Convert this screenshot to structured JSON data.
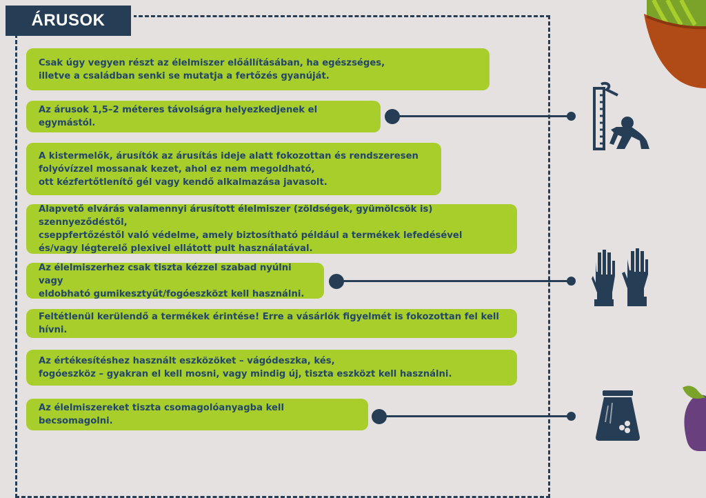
{
  "section": {
    "title": "ÁRUSOK"
  },
  "items": [
    {
      "text": "Csak úgy vegyen részt az élelmiszer előállításában, ha egészséges,\nilletve a családban senki se mutatja a fertőzés gyanúját."
    },
    {
      "text": "Az árusok 1,5–2 méteres távolságra helyezkedjenek el egymástól."
    },
    {
      "text": "A kistermelők, árusítók az árusítás ideje alatt fokozottan és rendszeresen\nfolyóvízzel mossanak kezet, ahol ez nem megoldható,\nott kézfertőtlenítő gél vagy kendő alkalmazása javasolt."
    },
    {
      "text": "Alapvető elvárás valamennyi árusított élelmiszer (zöldségek, gyümölcsök is) szennyeződéstől,\ncseppfertőzéstől való védelme, amely biztosítható például a termékek lefedésével\nés/vagy légterelő plexivel ellátott pult használatával."
    },
    {
      "text": "Az élelmiszerhez csak tiszta kézzel szabad nyúlni vagy\neldobható gumikesztyűt/fogóeszközt kell használni."
    },
    {
      "text": "Feltétlenül kerülendő a termékek érintése! Erre a vásárlók figyelmét is fokozottan fel kell hívni."
    },
    {
      "text": "Az értékesítéshez használt eszközöket – vágódeszka, kés,\nfogóeszköz – gyakran el kell mosni, vagy mindig új, tiszta eszközt kell használni."
    },
    {
      "text": "Az élelmiszereket tiszta csomagolóanyagba kell becsomagolni."
    }
  ],
  "icons": {
    "distance": "distance-measure-icon",
    "gloves": "gloves-icon",
    "bag": "packaging-bag-icon",
    "basket": "vegetable-basket-icon",
    "eggplant": "eggplant-icon"
  },
  "colors": {
    "navy": "#263d56",
    "green": "#a7ce2a",
    "text": "#23466a",
    "background": "#e6e1e1"
  }
}
